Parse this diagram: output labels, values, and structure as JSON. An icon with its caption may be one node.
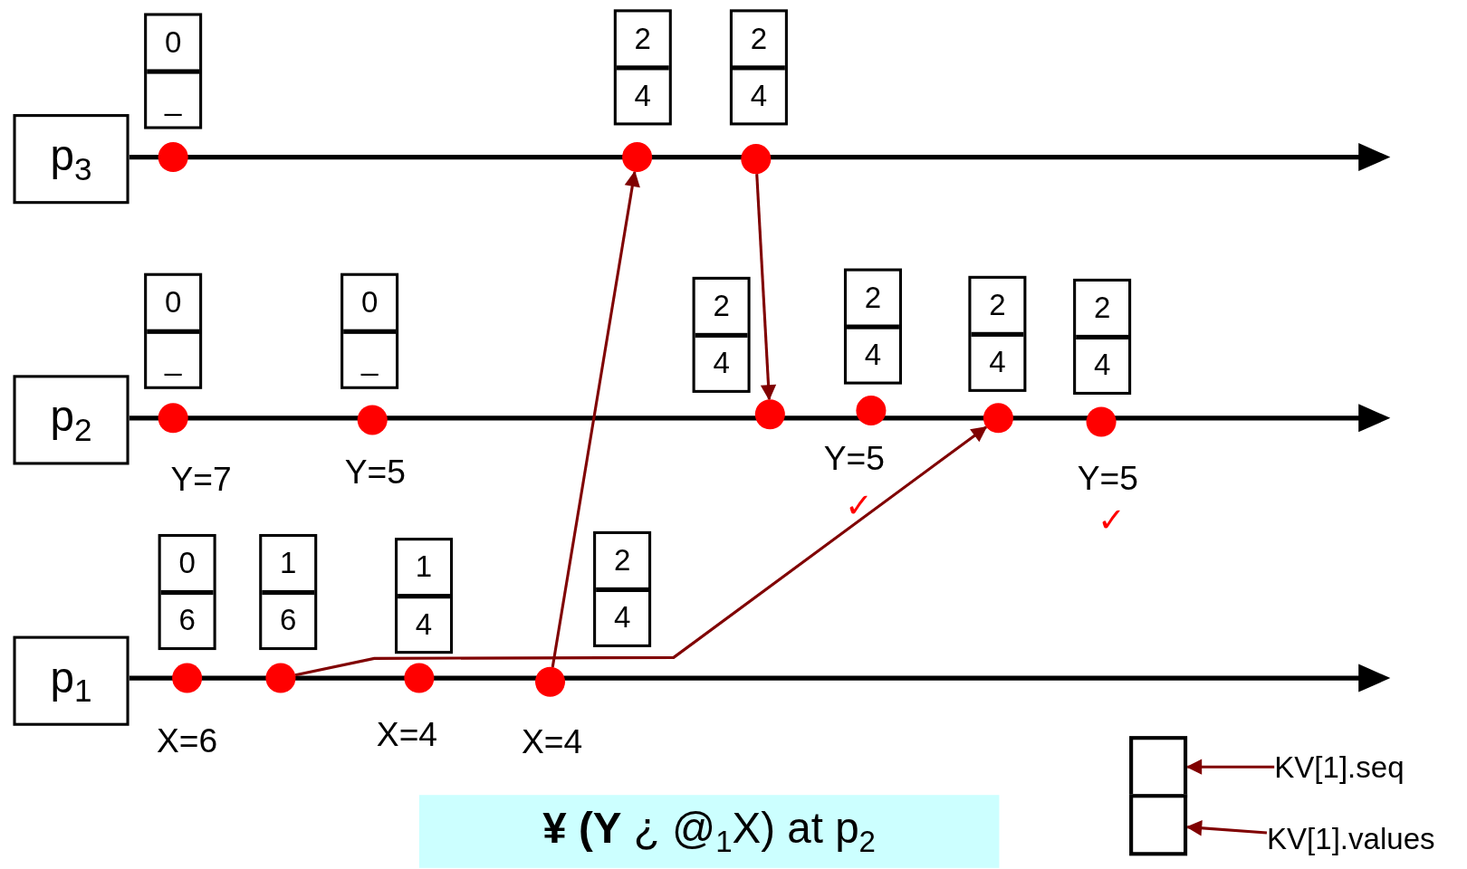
{
  "diagram": {
    "nodes": [
      {
        "text": [
          "p$_{3}$"
        ]
      },
      {
        "text": [
          "p$_{2}$"
        ]
      },
      {
        "text": [
          "p$_{1}$"
        ]
      },
      {
        "text": [
          "0",
          "_"
        ]
      },
      {
        "text": [],
        "shape": "circle"
      },
      {
        "text": [
          "2",
          "4"
        ]
      },
      {
        "text": [],
        "shape": "circle"
      },
      {
        "text": [
          "2",
          "4"
        ]
      },
      {
        "text": [],
        "shape": "circle"
      },
      {
        "text": [
          "0",
          "_"
        ]
      },
      {
        "text": [],
        "shape": "circle",
        "beside": [
          "Y=7"
        ]
      },
      {
        "text": [
          "0",
          "_"
        ]
      },
      {
        "text": [],
        "shape": "circle",
        "beside": [
          "Y=5"
        ]
      },
      {
        "text": [
          "2",
          "4"
        ]
      },
      {
        "text": [],
        "shape": "circle"
      },
      {
        "text": [
          "2",
          "4"
        ]
      },
      {
        "text": [],
        "shape": "circle",
        "beside": [
          "Y=5",
          "✓"
        ]
      },
      {
        "text": [
          "2",
          "4"
        ]
      },
      {
        "text": [],
        "shape": "circle"
      },
      {
        "text": [
          "2",
          "4"
        ]
      },
      {
        "text": [],
        "shape": "circle",
        "beside": [
          "Y=5",
          "✓"
        ]
      },
      {
        "text": [
          "0",
          "6"
        ]
      },
      {
        "text": [],
        "shape": "circle",
        "beside": [
          "X=6"
        ]
      },
      {
        "text": [
          "1",
          "6"
        ]
      },
      {
        "text": [],
        "shape": "circle"
      },
      {
        "text": [
          "1",
          "4"
        ]
      },
      {
        "text": [],
        "shape": "circle",
        "beside": [
          "X=4"
        ]
      },
      {
        "text": [
          "2",
          "4"
        ]
      },
      {
        "text": [],
        "shape": "circle",
        "beside": [
          "X=4"
        ]
      },
      {
        "text": [
          "**¥ (Y** ¿ @$_{1}$X) at p$_{2}$"
        ]
      },
      {
        "text": [],
        "shape": "box"
      },
      {
        "text": [],
        "shape": "box"
      },
      {
        "text": [
          "KV[1].seq"
        ]
      },
      {
        "text": [
          "KV[1].values"
        ]
      }
    ],
    "edges": [
      {
        "from": 24,
        "to": 18,
        "arrow": "to"
      },
      {
        "from": 28,
        "to": 6,
        "arrow": "to"
      },
      {
        "from": 8,
        "to": 14,
        "arrow": "to"
      },
      {
        "from": 32,
        "to": 30,
        "arrow": "to"
      },
      {
        "from": 33,
        "to": 31,
        "arrow": "to"
      }
    ]
  }
}
